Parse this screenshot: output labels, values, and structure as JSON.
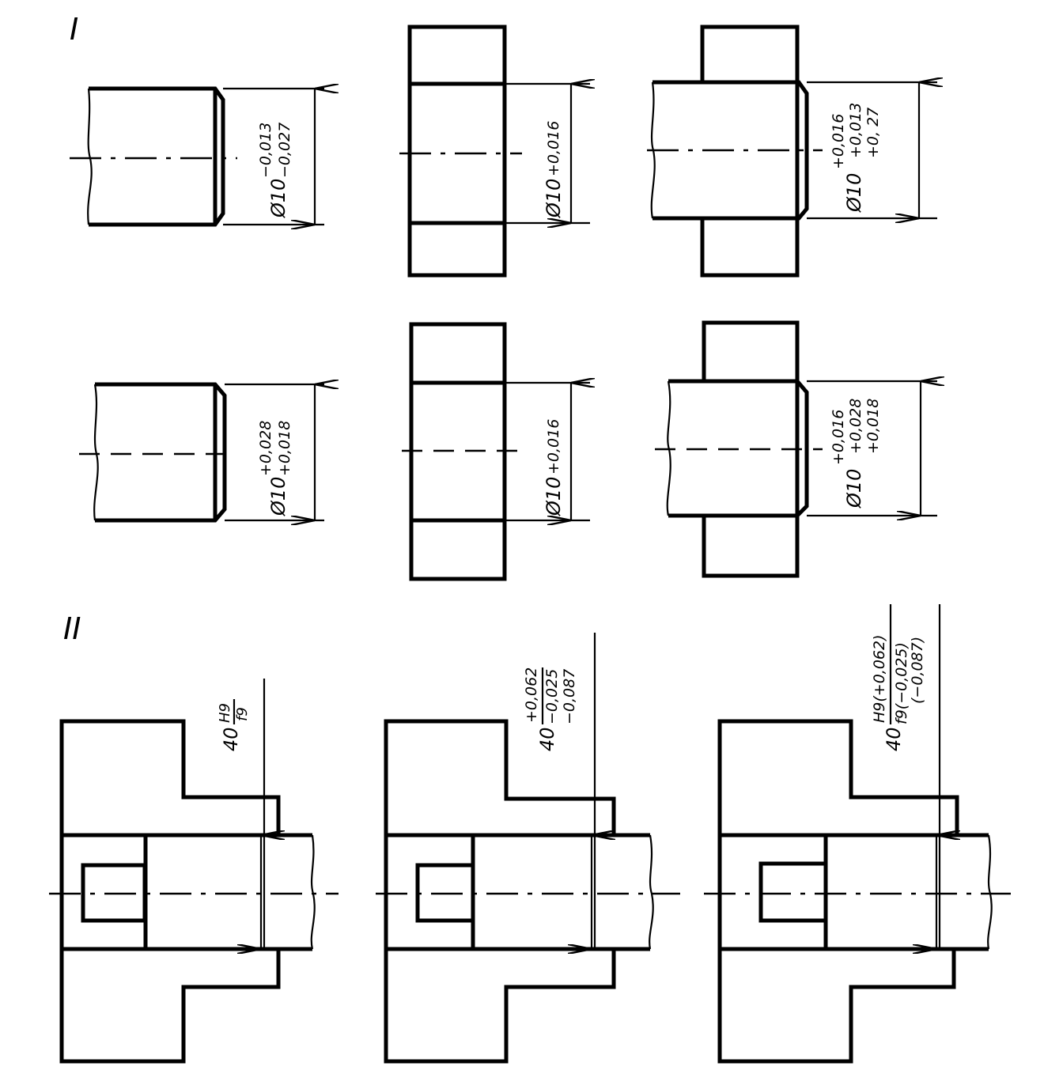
{
  "sections": {
    "one": "I",
    "two": "II"
  },
  "row1": {
    "shaft_nominal": "Ø10",
    "shaft_upper": "−0,013",
    "shaft_lower": "−0,027",
    "hole_nominal": "Ø10",
    "hole_upper": "+0,016",
    "fit_nominal": "Ø10",
    "fit_hole": "+0,016",
    "fit_shaft_upper": "+0,013",
    "fit_shaft_lower": "+0,  27"
  },
  "row2": {
    "shaft_nominal": "Ø10",
    "shaft_upper": "+0,028",
    "shaft_lower": "+0,018",
    "hole_nominal": "Ø10",
    "hole_upper": "+0,016",
    "fit_nominal": "Ø10",
    "fit_hole": "+0,016",
    "fit_shaft_upper": "+0,028",
    "fit_shaft_lower": "+0,018"
  },
  "row3": {
    "a_nominal": "40",
    "a_hole": "H9",
    "a_shaft": "f9",
    "b_nominal": "40",
    "b_hole": "+0,062",
    "b_shaft_upper": "−0,025",
    "b_shaft_lower": "−0,087",
    "c_nominal": "40",
    "c_hole": "H9(+0,062)",
    "c_shaft": "f9(−0,025)",
    "c_shaft_lower": "(−0,087)"
  }
}
